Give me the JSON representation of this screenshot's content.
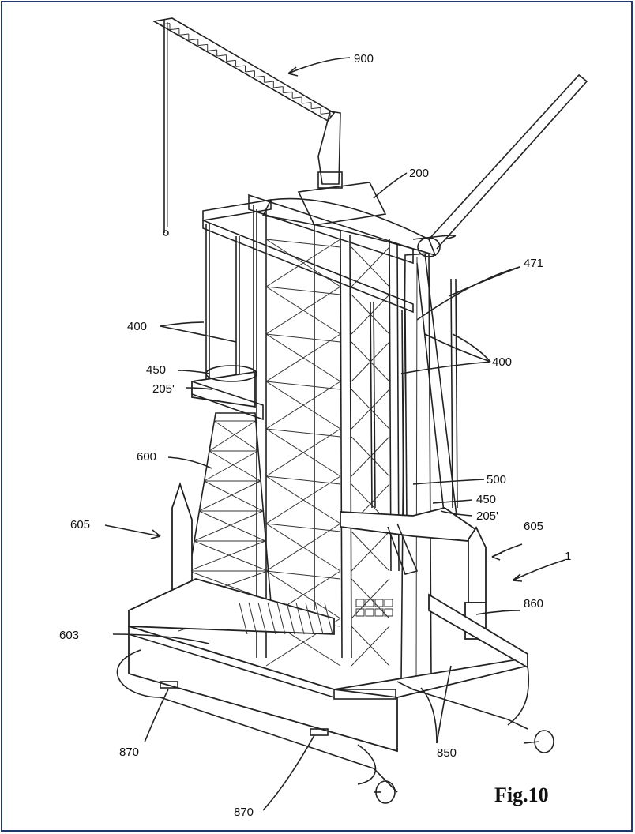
{
  "figure": {
    "caption": "Fig.10"
  },
  "labels": {
    "l900": "900",
    "l200": "200",
    "l471": "471",
    "l400a": "400",
    "l400b": "400",
    "l450a": "450",
    "l205a": "205'",
    "l600": "600",
    "l500": "500",
    "l450b": "450",
    "l205b": "205'",
    "l605a": "605",
    "l605b": "605",
    "l1": "1",
    "l860": "860",
    "l603": "603",
    "l870a": "870",
    "l870b": "870",
    "l850": "850"
  },
  "colors": {
    "frame": "#1f3b6e",
    "ink": "#222222"
  }
}
